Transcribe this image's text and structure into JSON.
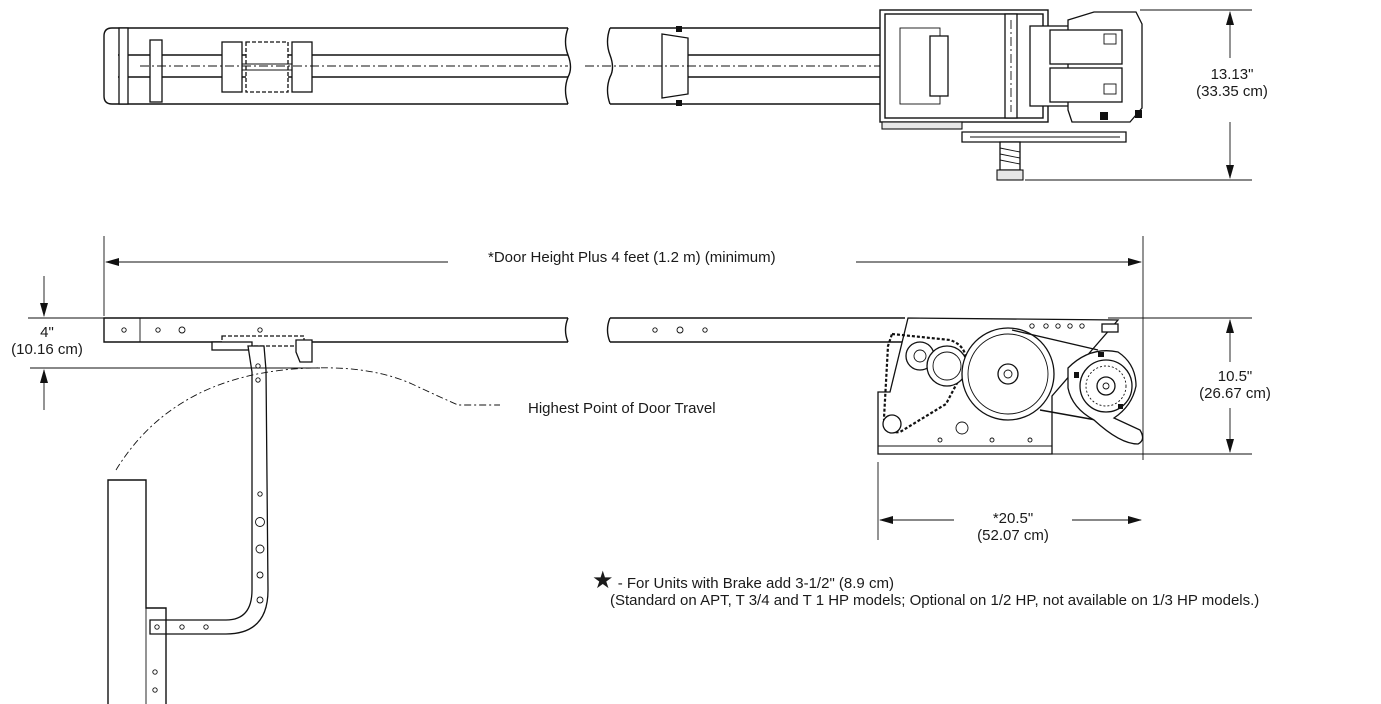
{
  "top_view": {
    "height_dimension": {
      "imperial": "13.13\"",
      "metric": "(33.35 cm)"
    }
  },
  "side_view": {
    "rail_length_dimension": "*Door Height Plus 4 feet (1.2 m) (minimum)",
    "clearance_dimension": {
      "imperial": "4\"",
      "metric": "(10.16 cm)"
    },
    "door_travel_label": "Highest Point of Door Travel",
    "head_height_dimension": {
      "imperial": "10.5\"",
      "metric": "(26.67 cm)"
    },
    "head_length_dimension": {
      "imperial": "*20.5\"",
      "metric": "(52.07 cm)"
    }
  },
  "footnote": {
    "symbol": "★",
    "line1": "- For Units with Brake add 3-1/2\" (8.9 cm)",
    "line2": "(Standard on APT, T 3/4 and T 1 HP models; Optional on 1/2 HP, not available on 1/3 HP models.)"
  }
}
